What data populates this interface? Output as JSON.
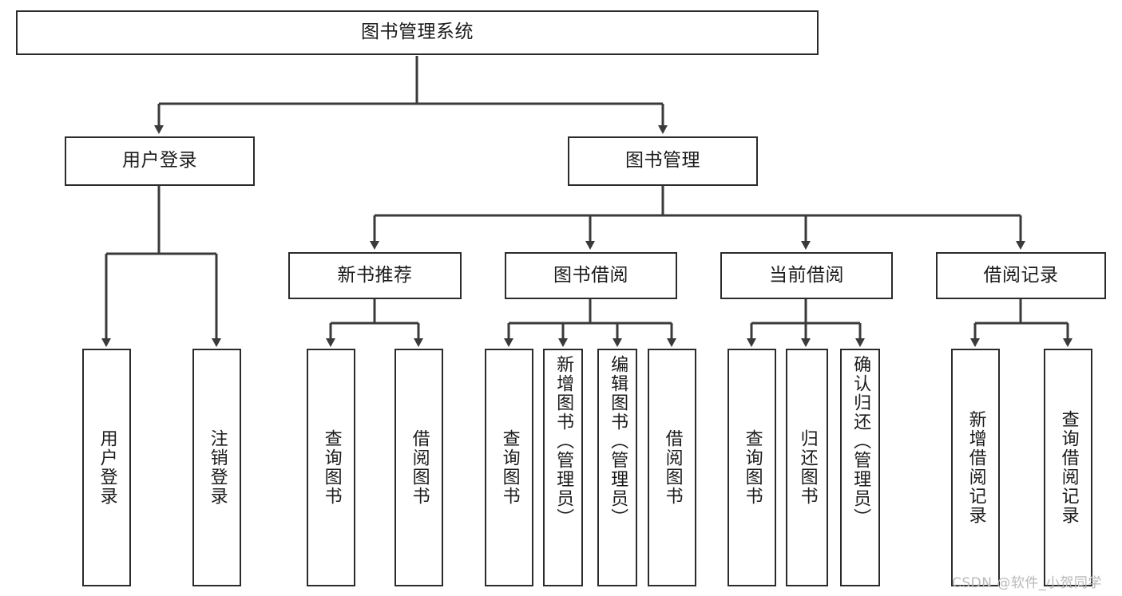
{
  "diagram": {
    "title": "图书管理系统",
    "type": "function-structure-tree",
    "orientation": "top-down",
    "watermark": "CSDN @软件_小贺同学",
    "colors": {
      "box_border": "#2b2b2b",
      "box_fill": "#ffffff",
      "edge": "#3a3a3a",
      "text": "#1b1b1b",
      "watermark": "#b9b9b9",
      "background": "#ffffff"
    },
    "levels": {
      "level1": [
        "图书管理系统"
      ],
      "level2": [
        "用户登录",
        "图书管理"
      ],
      "level3": [
        "新书推荐",
        "图书借阅",
        "当前借阅",
        "借阅记录"
      ],
      "level4": [
        "用户登录",
        "注销登录",
        "查询图书",
        "借阅图书",
        "查询图书",
        "新增图书（管理员）",
        "编辑图书（管理员）",
        "借阅图书",
        "查询图书",
        "归还图书",
        "确认归还（管理员）",
        "新增借阅记录",
        "查询借阅记录"
      ]
    },
    "nodes": {
      "root": {
        "label": "图书管理系统"
      },
      "user_login": {
        "label": "用户登录"
      },
      "book_manage": {
        "label": "图书管理"
      },
      "new_book_rec": {
        "label": "新书推荐"
      },
      "book_borrow": {
        "label": "图书借阅"
      },
      "current_borrow": {
        "label": "当前借阅"
      },
      "borrow_record": {
        "label": "借阅记录"
      },
      "leaf_user_login": {
        "label": "用户登录"
      },
      "leaf_logout": {
        "label": "注销登录"
      },
      "leaf_query_book_1": {
        "label": "查询图书"
      },
      "leaf_borrow_book_1": {
        "label": "借阅图书"
      },
      "leaf_query_book_2": {
        "label": "查询图书"
      },
      "leaf_add_book": {
        "label": "新增图书（管理员）"
      },
      "leaf_edit_book": {
        "label": "编辑图书（管理员）"
      },
      "leaf_borrow_book_2": {
        "label": "借阅图书"
      },
      "leaf_query_book_3": {
        "label": "查询图书"
      },
      "leaf_return_book": {
        "label": "归还图书"
      },
      "leaf_confirm_return": {
        "label": "确认归还（管理员）"
      },
      "leaf_add_record": {
        "label": "新增借阅记录"
      },
      "leaf_query_record": {
        "label": "查询借阅记录"
      }
    },
    "edges": [
      {
        "from": "root",
        "to": "user_login"
      },
      {
        "from": "root",
        "to": "book_manage"
      },
      {
        "from": "user_login",
        "to": "leaf_user_login"
      },
      {
        "from": "user_login",
        "to": "leaf_logout"
      },
      {
        "from": "book_manage",
        "to": "new_book_rec"
      },
      {
        "from": "book_manage",
        "to": "book_borrow"
      },
      {
        "from": "book_manage",
        "to": "current_borrow"
      },
      {
        "from": "book_manage",
        "to": "borrow_record"
      },
      {
        "from": "new_book_rec",
        "to": "leaf_query_book_1"
      },
      {
        "from": "new_book_rec",
        "to": "leaf_borrow_book_1"
      },
      {
        "from": "book_borrow",
        "to": "leaf_query_book_2"
      },
      {
        "from": "book_borrow",
        "to": "leaf_add_book"
      },
      {
        "from": "book_borrow",
        "to": "leaf_edit_book"
      },
      {
        "from": "book_borrow",
        "to": "leaf_borrow_book_2"
      },
      {
        "from": "current_borrow",
        "to": "leaf_query_book_3"
      },
      {
        "from": "current_borrow",
        "to": "leaf_return_book"
      },
      {
        "from": "current_borrow",
        "to": "leaf_confirm_return"
      },
      {
        "from": "borrow_record",
        "to": "leaf_add_record"
      },
      {
        "from": "borrow_record",
        "to": "leaf_query_record"
      }
    ]
  }
}
